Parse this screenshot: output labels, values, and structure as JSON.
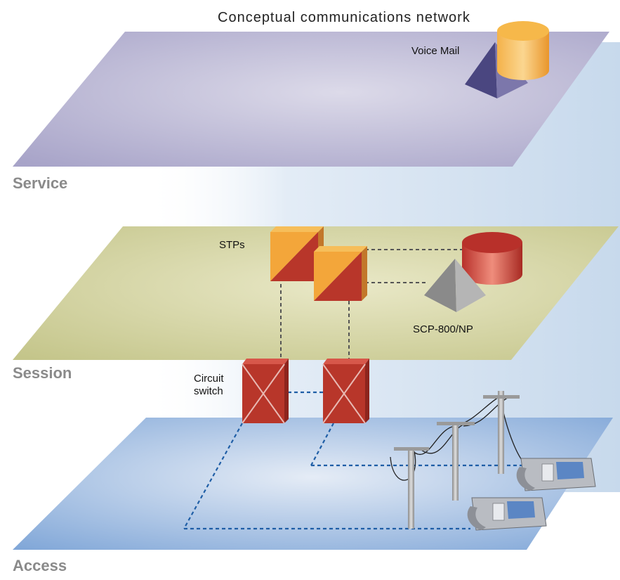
{
  "title": "Conceptual communications network",
  "layers": {
    "service": "Service",
    "session": "Session",
    "access": "Access"
  },
  "labels": {
    "voice_mail": "Voice Mail",
    "stps": "STPs",
    "scp": "SCP-800/NP",
    "circuit_switch_line1": "Circuit",
    "circuit_switch_line2": "switch"
  },
  "colors": {
    "service_plane": "#a9a5c9",
    "session_plane": "#c8c98e",
    "access_plane": "#8fb2dd",
    "stp_orange": "#f0a53a",
    "stp_red": "#b8362a",
    "switch_red": "#b8362a",
    "database_orange": "#f2a63a",
    "database_red": "#b8302a",
    "scp_gray": "#9a9a9a",
    "pyramid_purple": "#514d87",
    "link_dashed_gray": "#555555",
    "link_dashed_blue": "#1f5ea6"
  }
}
